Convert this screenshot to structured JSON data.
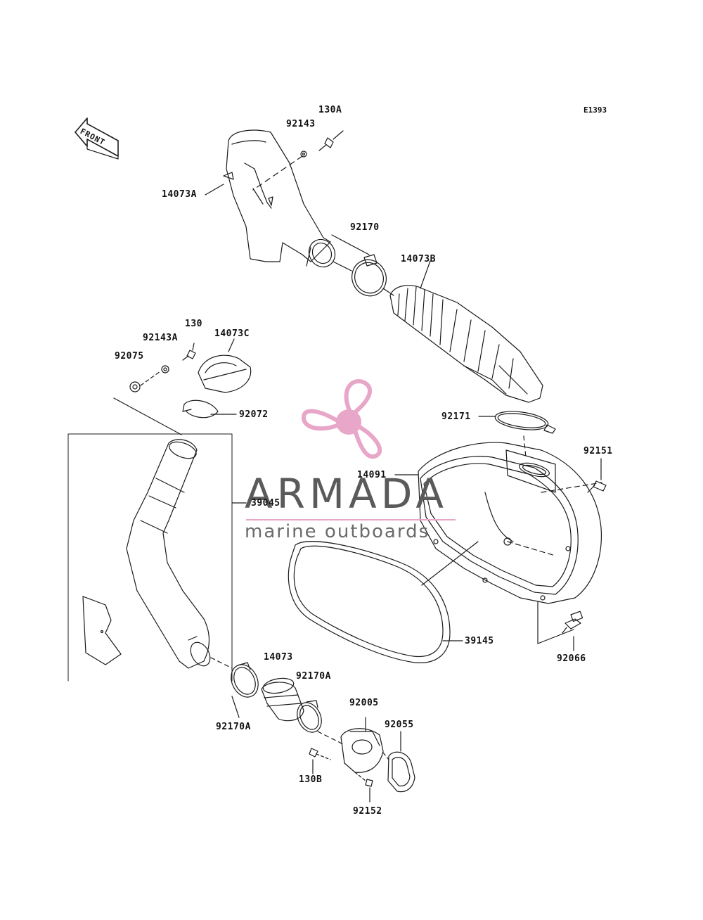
{
  "diagram": {
    "code": "E1393",
    "front_label": "FRONT",
    "callouts": [
      {
        "id": "c-130A",
        "text": "130A"
      },
      {
        "id": "c-92143",
        "text": "92143"
      },
      {
        "id": "c-14073A",
        "text": "14073A"
      },
      {
        "id": "c-92170",
        "text": "92170"
      },
      {
        "id": "c-14073B",
        "text": "14073B"
      },
      {
        "id": "c-130",
        "text": "130"
      },
      {
        "id": "c-92143A",
        "text": "92143A"
      },
      {
        "id": "c-14073C",
        "text": "14073C"
      },
      {
        "id": "c-92075",
        "text": "92075"
      },
      {
        "id": "c-92072",
        "text": "92072"
      },
      {
        "id": "c-92171",
        "text": "92171"
      },
      {
        "id": "c-92151",
        "text": "92151"
      },
      {
        "id": "c-14091",
        "text": "14091"
      },
      {
        "id": "c-39045",
        "text": "39045"
      },
      {
        "id": "c-39145",
        "text": "39145"
      },
      {
        "id": "c-92066",
        "text": "92066"
      },
      {
        "id": "c-14073",
        "text": "14073"
      },
      {
        "id": "c-92170A-top",
        "text": "92170A"
      },
      {
        "id": "c-92170A-left",
        "text": "92170A"
      },
      {
        "id": "c-92005",
        "text": "92005"
      },
      {
        "id": "c-92055",
        "text": "92055"
      },
      {
        "id": "c-130B",
        "text": "130B"
      },
      {
        "id": "c-92152",
        "text": "92152"
      }
    ]
  },
  "watermark": {
    "name": "ARMADA",
    "tagline": "marine outboards",
    "accent_color": "#e8a6c8",
    "text_color": "#5a5a5a"
  }
}
